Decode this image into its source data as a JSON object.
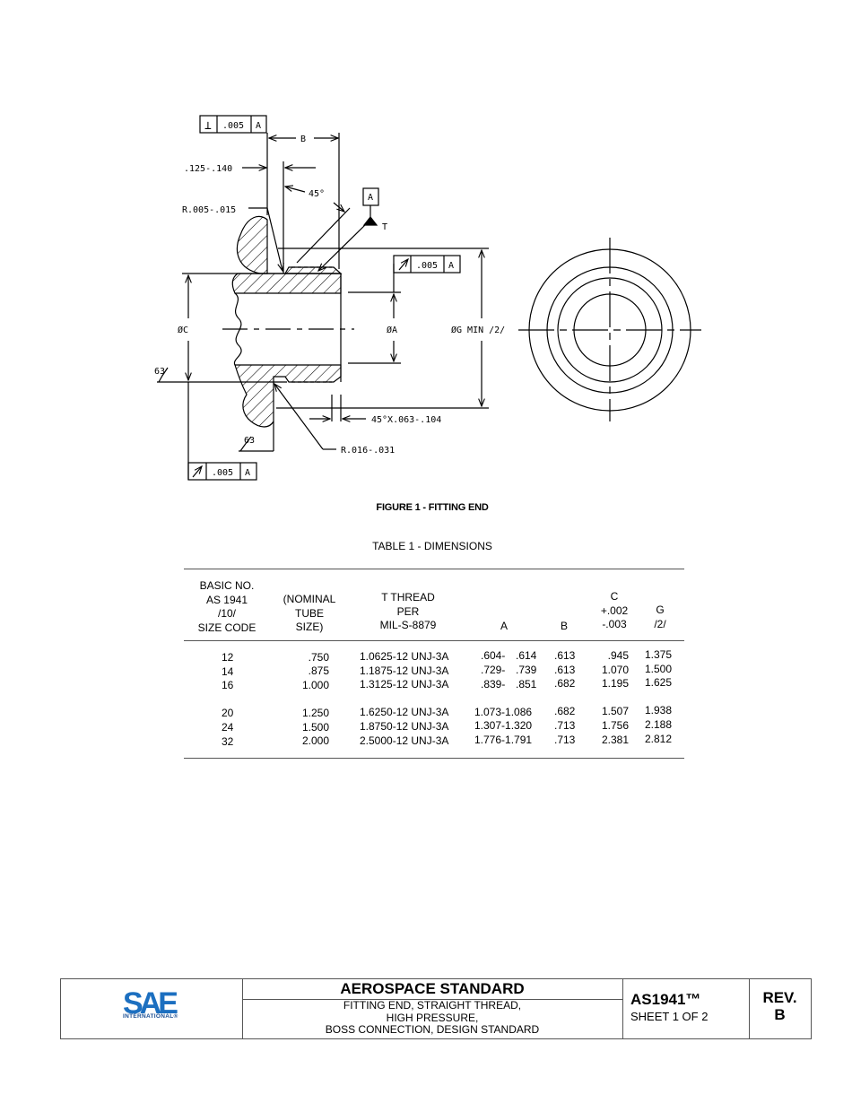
{
  "figure": {
    "caption": "FIGURE 1 - FITTING END",
    "labels": {
      "fcf_top_symbol": "⊥",
      "fcf_top_value": ".005",
      "fcf_top_datum": "A",
      "dim_b": "B",
      "dim_125_140": ".125-.140",
      "angle_45": "45°",
      "radius_top": "R.005-.015",
      "datum_box": "A",
      "thread_t": "T",
      "fcf_right_value": ".005",
      "fcf_right_datum": "A",
      "dia_c": "ØC",
      "dia_a": "ØA",
      "dia_g": "ØG MIN /2/",
      "finish_top": "63",
      "finish_bottom": "63",
      "chamfer": "45°X.063-.104",
      "radius_bottom": "R.016-.031",
      "fcf_bottom_value": ".005",
      "fcf_bottom_datum": "A"
    }
  },
  "table": {
    "title": "TABLE 1 - DIMENSIONS",
    "headers": [
      [
        "BASIC NO.",
        "AS 1941",
        "/10/",
        "SIZE CODE"
      ],
      [
        "(NOMINAL",
        "TUBE",
        "SIZE)"
      ],
      [
        "T THREAD",
        "PER",
        "MIL-S-8879"
      ],
      [
        "A"
      ],
      [
        "B"
      ],
      [
        "C",
        "+.002",
        "-.003"
      ],
      [
        "G",
        "/2/"
      ]
    ],
    "rows": [
      {
        "size": "12",
        "tube": ".750",
        "thread": "1.0625-12 UNJ-3A",
        "a_min": ".604-",
        "a_max": ".614",
        "b": ".613",
        "c": ".945",
        "g": "1.375"
      },
      {
        "size": "14",
        "tube": ".875",
        "thread": "1.1875-12 UNJ-3A",
        "a_min": ".729-",
        "a_max": ".739",
        "b": ".613",
        "c": "1.070",
        "g": "1.500"
      },
      {
        "size": "16",
        "tube": "1.000",
        "thread": "1.3125-12 UNJ-3A",
        "a_min": ".839-",
        "a_max": ".851",
        "b": ".682",
        "c": "1.195",
        "g": "1.625"
      },
      {
        "size": "20",
        "tube": "1.250",
        "thread": "1.6250-12 UNJ-3A",
        "a_min": "1.073-1.086",
        "a_max": "",
        "b": ".682",
        "c": "1.507",
        "g": "1.938"
      },
      {
        "size": "24",
        "tube": "1.500",
        "thread": "1.8750-12 UNJ-3A",
        "a_min": "1.307-1.320",
        "a_max": "",
        "b": ".713",
        "c": "1.756",
        "g": "2.188"
      },
      {
        "size": "32",
        "tube": "2.000",
        "thread": "2.5000-12 UNJ-3A",
        "a_min": "1.776-1.791",
        "a_max": "",
        "b": ".713",
        "c": "2.381",
        "g": "2.812"
      }
    ]
  },
  "title_block": {
    "logo_text": "SAE",
    "logo_sub": "INTERNATIONAL®",
    "logo_color": "#1c6fc0",
    "logo_color_dark": "#1c4f93",
    "title": "AEROSPACE STANDARD",
    "subtitle_lines": [
      "FITTING END, STRAIGHT THREAD,",
      "HIGH PRESSURE,",
      "BOSS CONNECTION, DESIGN STANDARD"
    ],
    "doc_number": "AS1941™",
    "sheet": "SHEET 1 OF 2",
    "rev_label": "REV.",
    "rev_value": "B"
  }
}
